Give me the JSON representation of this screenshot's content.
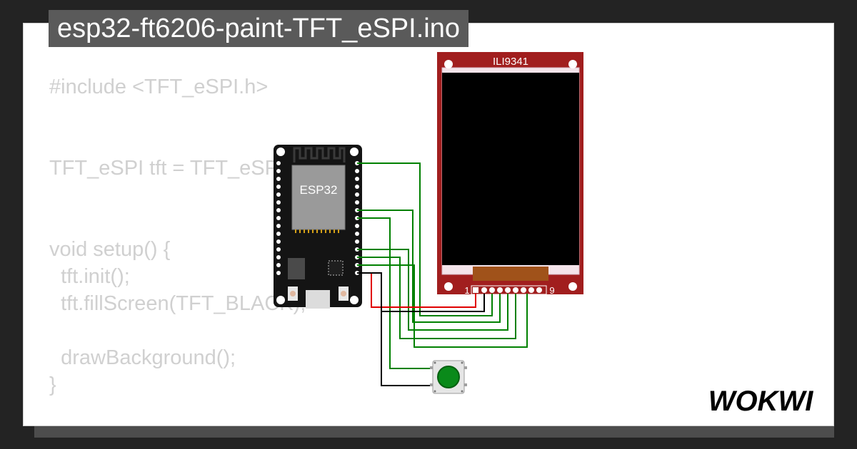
{
  "title": "esp32-ft6206-paint-TFT_eSPI.ino",
  "code_lines": [
    "#include <TFT_eSPI.h>",
    "",
    "",
    "TFT_eSPI tft = TFT_eSPI();",
    "",
    "",
    "void setup() {",
    "  tft.init();",
    "  tft.fillScreen(TFT_BLACK);",
    "",
    "  drawBackground();",
    "}"
  ],
  "esp32": {
    "chip_label": "ESP32"
  },
  "display": {
    "model_label": "ILI9341",
    "pin_first": "1",
    "pin_last": "9"
  },
  "brand": {
    "logo_text": "WOKWI"
  },
  "colors": {
    "background": "#232323",
    "card": "#ffffff",
    "code_text": "#d0d0d0",
    "title_bg": "#5a5a5a",
    "pcb_red": "#a11e1e",
    "wire_green": "#008000",
    "wire_red": "#e00000",
    "wire_black": "#000000",
    "button_green": "#0a8a1a"
  }
}
